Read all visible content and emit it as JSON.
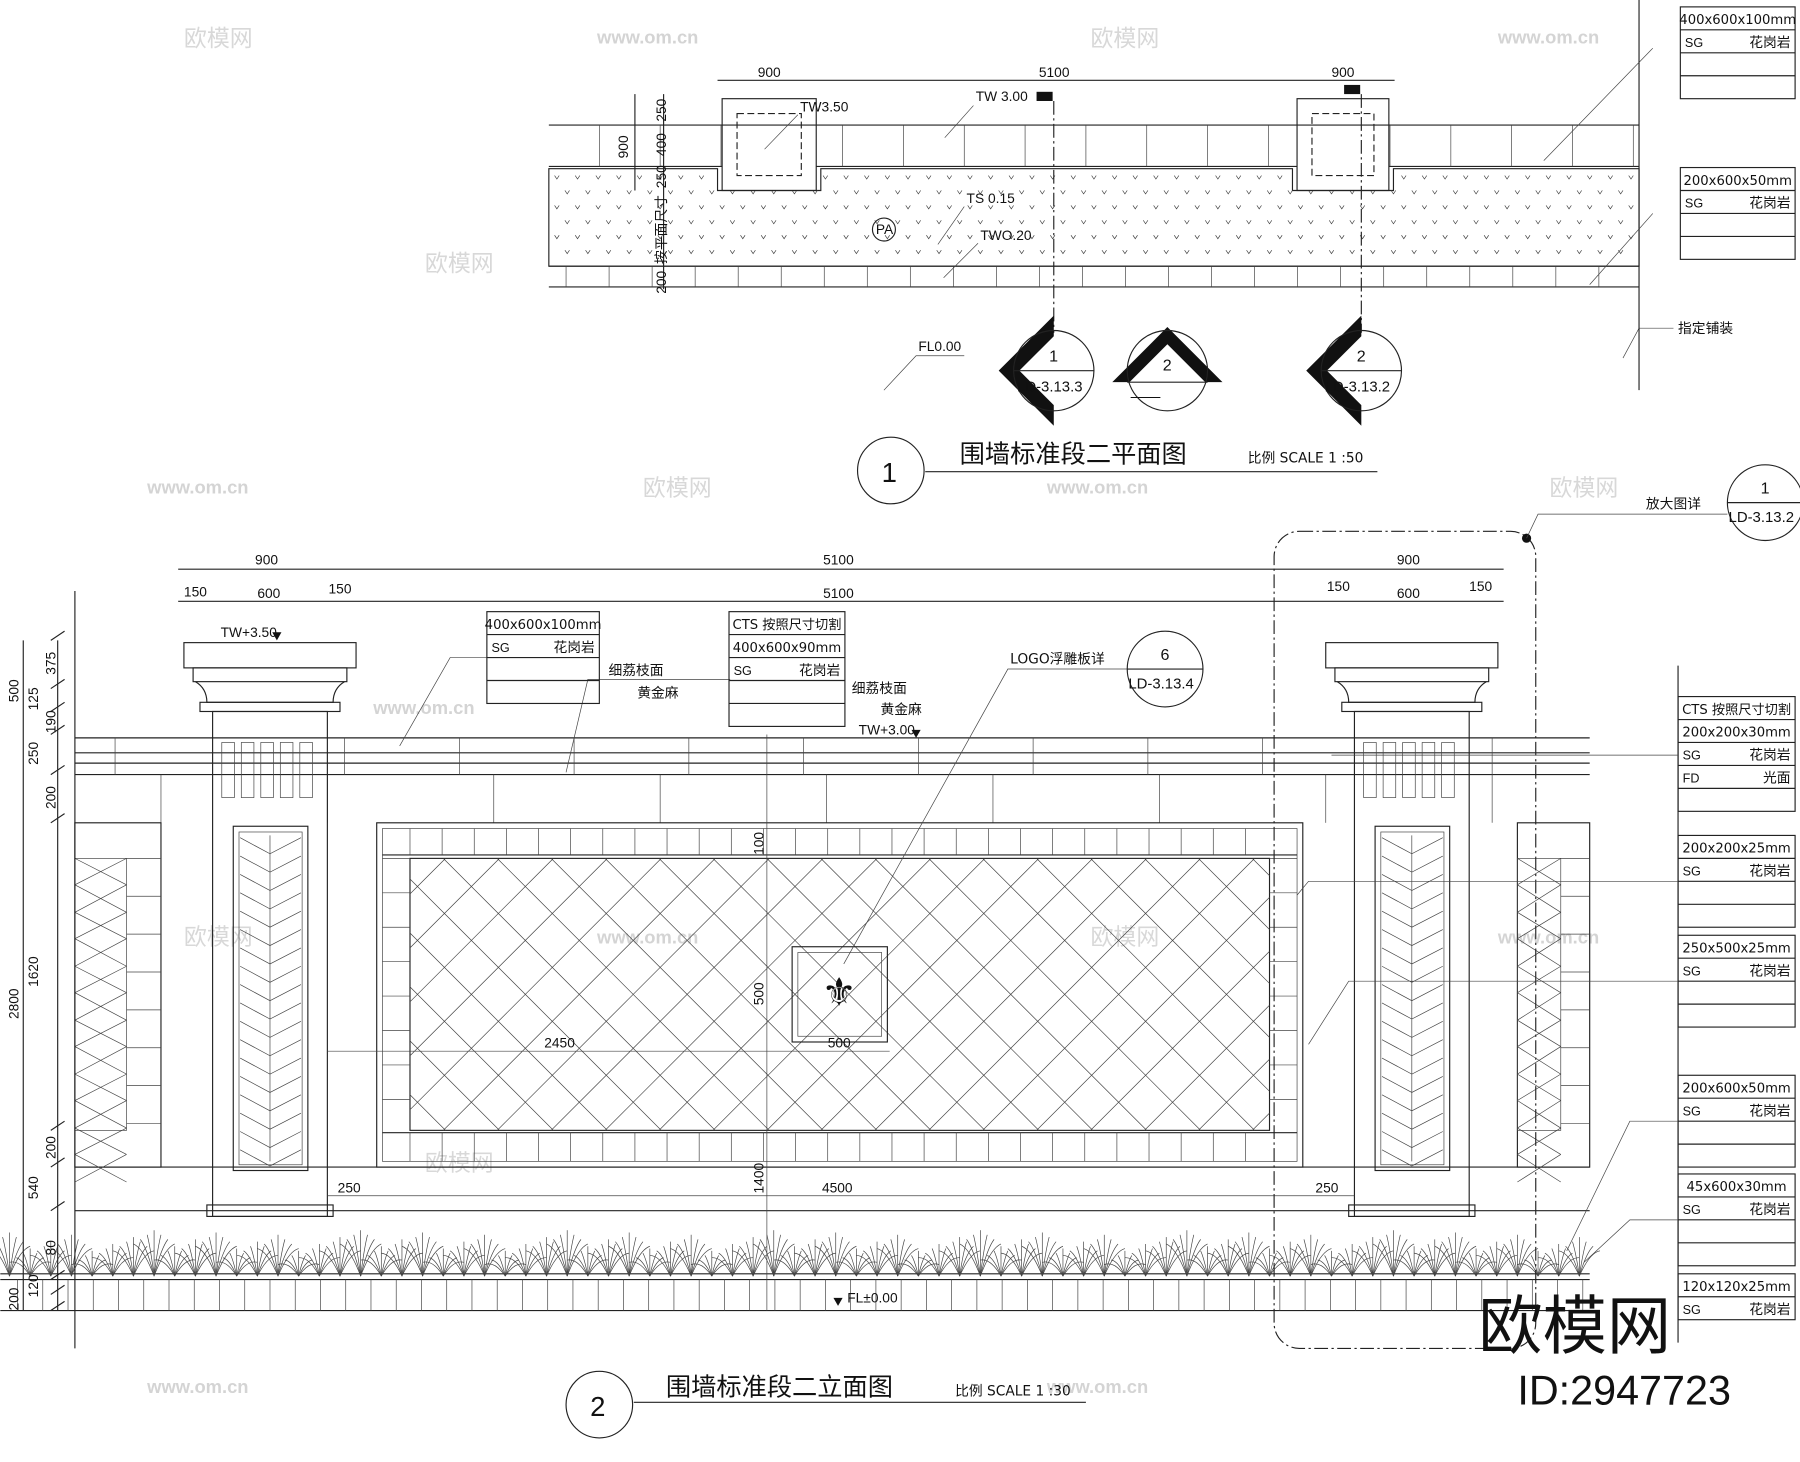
{
  "plan": {
    "dims_top": [
      "900",
      "5100",
      "900"
    ],
    "dims_left": [
      "900",
      "250",
      "400",
      "250",
      "200"
    ],
    "dims_left_note": "按平面尺寸",
    "labels": {
      "tw350": "TW3.50",
      "tw300": "TW 3.00",
      "ts": "TS 0.15",
      "two": "TWO.20",
      "pa": "PA",
      "fl": "FL0.00",
      "paving": "指定铺装"
    },
    "sections": [
      {
        "num": "1",
        "ref": "LD-3.13.3"
      },
      {
        "num": "2",
        "ref": "——"
      },
      {
        "num": "2",
        "ref": "LD-3.13.2"
      }
    ],
    "title": {
      "num": "1",
      "text": "围墙标准段二平面图",
      "scale": "比例 SCALE 1 :50"
    },
    "tables": [
      {
        "rows": [
          [
            "400x600x100mm",
            ""
          ],
          [
            "SG",
            "花岗岩"
          ],
          [
            "",
            ""
          ],
          [
            "",
            ""
          ]
        ]
      },
      {
        "rows": [
          [
            "200x600x50mm",
            ""
          ],
          [
            "SG",
            "花岗岩"
          ],
          [
            "",
            ""
          ],
          [
            "",
            ""
          ]
        ]
      }
    ]
  },
  "elevation": {
    "dims_top1": [
      "900",
      "5100",
      "900"
    ],
    "dims_top2": [
      "150",
      "600",
      "150",
      "5100",
      "150",
      "600",
      "150"
    ],
    "dims_left": [
      "500",
      "375",
      "125",
      "190",
      "250",
      "200",
      "1620",
      "200",
      "540",
      "80",
      "120",
      "200",
      "2800"
    ],
    "dims_inner": {
      "d2450": "2450",
      "d500v": "500",
      "d500h": "500",
      "d100": "100",
      "d1400": "1400",
      "d4500": "4500",
      "d250l": "250",
      "d250r": "250"
    },
    "labels": {
      "tw350": "TW+3.50",
      "tw300": "TW+3.00",
      "finish1": "细荔枝面",
      "stone1": "黄金麻",
      "finish2": "细荔枝面",
      "stone2": "黄金麻",
      "logo": "LOGO浮雕板详",
      "fl": "FL±0.00",
      "enlarge": "放大图详"
    },
    "callouts": [
      {
        "num": "6",
        "ref": "LD-3.13.4"
      },
      {
        "num": "1",
        "ref": "LD-3.13.2"
      }
    ],
    "tables": [
      {
        "rows": [
          [
            "400x600x100mm",
            ""
          ],
          [
            "SG",
            "花岗岩"
          ],
          [
            "",
            ""
          ],
          [
            "",
            ""
          ]
        ]
      },
      {
        "rows": [
          [
            "CTS 按照尺寸切割",
            ""
          ],
          [
            "400x600x90mm",
            ""
          ],
          [
            "SG",
            "花岗岩"
          ],
          [
            "",
            ""
          ],
          [
            "",
            ""
          ]
        ]
      },
      {
        "rows": [
          [
            "CTS 按照尺寸切割",
            ""
          ],
          [
            "200x200x30mm",
            ""
          ],
          [
            "SG",
            "花岗岩"
          ],
          [
            "FD",
            "光面"
          ],
          [
            "",
            ""
          ]
        ]
      },
      {
        "rows": [
          [
            "200x200x25mm",
            ""
          ],
          [
            "SG",
            "花岗岩"
          ],
          [
            "",
            ""
          ],
          [
            "",
            ""
          ]
        ]
      },
      {
        "rows": [
          [
            "250x500x25mm",
            ""
          ],
          [
            "SG",
            "花岗岩"
          ],
          [
            "",
            ""
          ],
          [
            "",
            ""
          ]
        ]
      },
      {
        "rows": [
          [
            "200x600x50mm",
            ""
          ],
          [
            "SG",
            "花岗岩"
          ],
          [
            "",
            ""
          ],
          [
            "",
            ""
          ]
        ]
      },
      {
        "rows": [
          [
            "45x600x30mm",
            ""
          ],
          [
            "SG",
            "花岗岩"
          ],
          [
            "",
            ""
          ],
          [
            "",
            ""
          ]
        ]
      },
      {
        "rows": [
          [
            "120x120x25mm",
            ""
          ],
          [
            "SG",
            "花岗岩"
          ]
        ]
      }
    ],
    "title": {
      "num": "2",
      "text": "围墙标准段二立面图",
      "scale": "比例 SCALE 1 :30"
    }
  },
  "watermark": {
    "brand": "欧模网",
    "id": "ID:2947723",
    "site": "www.om.cn"
  }
}
